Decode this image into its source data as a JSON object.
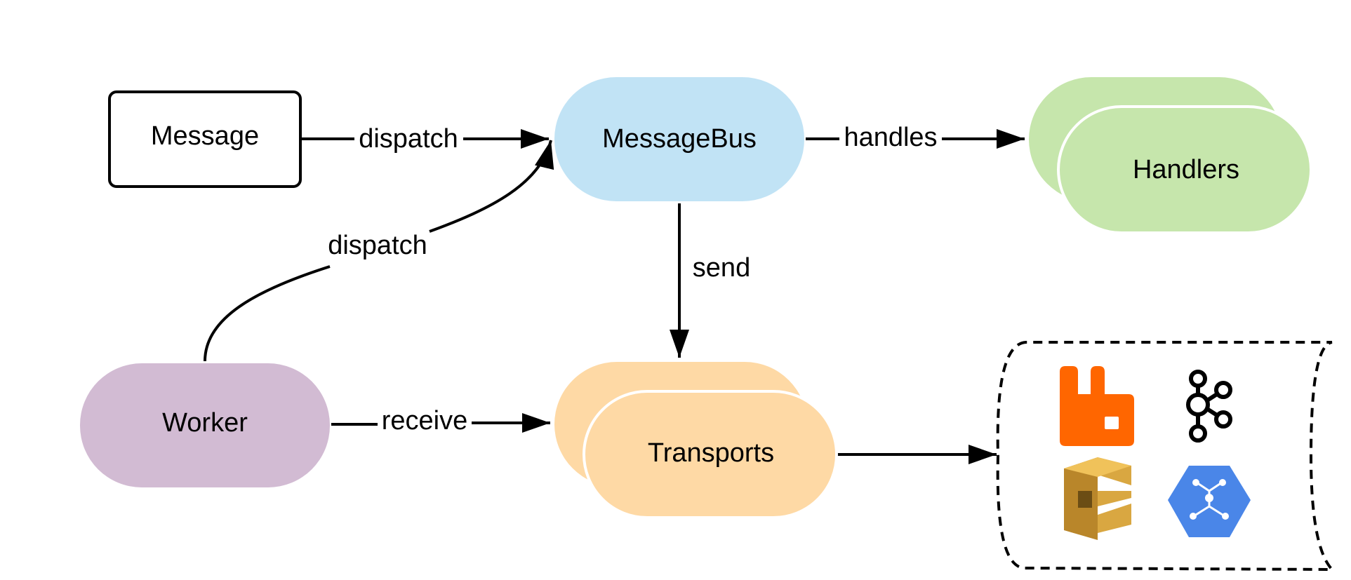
{
  "nodes": {
    "message": "Message",
    "message_bus": "MessageBus",
    "handlers": "Handlers",
    "worker": "Worker",
    "transports": "Transports"
  },
  "edges": {
    "message_to_bus": "dispatch",
    "bus_to_handlers": "handles",
    "worker_to_bus": "dispatch",
    "bus_to_transports": "send",
    "worker_to_transports": "receive"
  },
  "transport_logos": [
    "rabbitmq-icon",
    "kafka-icon",
    "amazon-sqs-icon",
    "google-pubsub-icon"
  ],
  "colors": {
    "message_bus": "#c1e3f5",
    "handlers": "#c6e6ac",
    "worker": "#d2bbd3",
    "transports": "#fed9a5",
    "rabbitmq": "#ff6600",
    "sqs_gold": "#d9a741",
    "pubsub_blue": "#4a86e8"
  }
}
